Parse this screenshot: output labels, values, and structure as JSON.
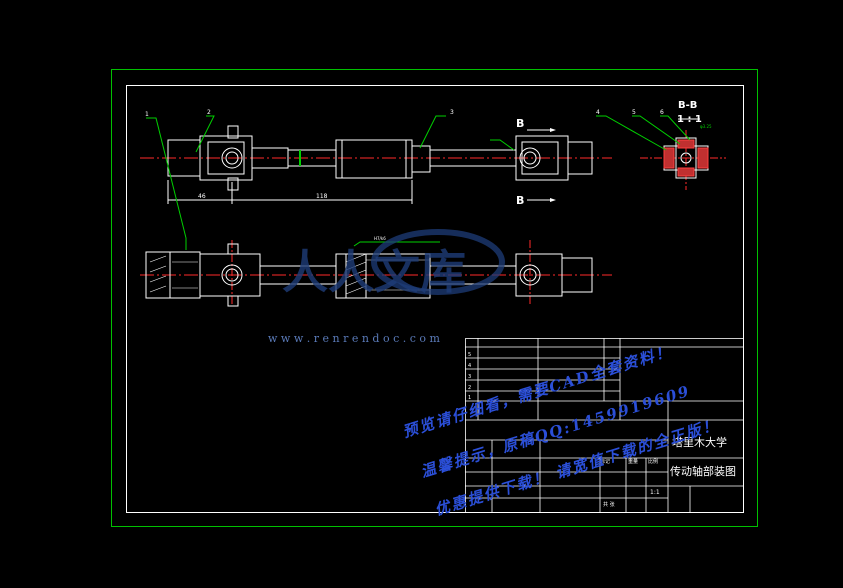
{
  "colors": {
    "background": "#000000",
    "outer_border": "#00c000",
    "inner_border": "#ffffff",
    "geometry": "#ffffff",
    "centerline": "#ff2a2a",
    "leaders": "#00d000",
    "hatch": "#ffffff",
    "watermark_blue": "#2b4fd8",
    "watermark_logo": "#1e3c78"
  },
  "views": {
    "section_title": "B-B",
    "section_scale": "1 : 1",
    "section_marker": "B",
    "dim_left": "46",
    "dim_center": "118",
    "balloons": [
      "1",
      "2",
      "3",
      "4",
      "5",
      "6"
    ],
    "note_small": "φ3.25",
    "note_hatch": "H7/k6"
  },
  "title_block": {
    "university": "塔里木大学",
    "drawing_name": "传动轴部装图",
    "scale": "1:1",
    "rows": [
      "5",
      "4",
      "3",
      "2",
      "1"
    ],
    "col_label_mark": "标记",
    "col_label_sheet": "共 张",
    "col_label_weight": "重量",
    "col_label_ratio": "比例"
  },
  "watermark": {
    "logo_text": "人人文库",
    "url": "w w w . r e n r e n d o c . c o m",
    "line1": "预览请仔细看，需要CAD全套资料！",
    "line2": "温馨提示，原稿QQ:1459919609",
    "line3": "优惠提供下载！ 请宽值下载的全正版！"
  }
}
